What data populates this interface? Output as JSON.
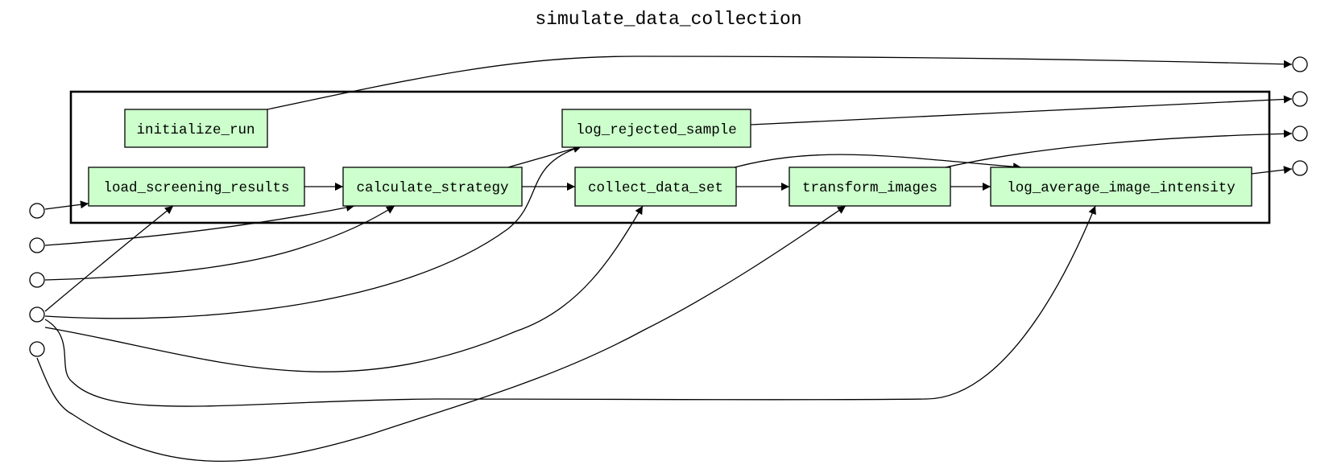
{
  "diagram": {
    "title": "simulate_data_collection",
    "nodes": [
      {
        "id": "initialize_run",
        "label": "initialize_run"
      },
      {
        "id": "log_rejected_sample",
        "label": "log_rejected_sample"
      },
      {
        "id": "load_screening_results",
        "label": "load_screening_results"
      },
      {
        "id": "calculate_strategy",
        "label": "calculate_strategy"
      },
      {
        "id": "collect_data_set",
        "label": "collect_data_set"
      },
      {
        "id": "transform_images",
        "label": "transform_images"
      },
      {
        "id": "log_average_image_intensity",
        "label": "log_average_image_intensity"
      }
    ],
    "input_ports": 5,
    "output_ports": 4,
    "edges": [
      {
        "from": "load_screening_results",
        "to": "calculate_strategy"
      },
      {
        "from": "calculate_strategy",
        "to": "log_rejected_sample"
      },
      {
        "from": "calculate_strategy",
        "to": "collect_data_set"
      },
      {
        "from": "collect_data_set",
        "to": "transform_images"
      },
      {
        "from": "collect_data_set",
        "to": "log_average_image_intensity"
      },
      {
        "from": "transform_images",
        "to": "log_average_image_intensity"
      },
      {
        "from": "initialize_run",
        "to": "out-1"
      },
      {
        "from": "log_rejected_sample",
        "to": "out-2"
      },
      {
        "from": "transform_images",
        "to": "out-3"
      },
      {
        "from": "log_average_image_intensity",
        "to": "out-4"
      },
      {
        "from": "in-1",
        "to": "load_screening_results"
      },
      {
        "from": "in-2",
        "to": "calculate_strategy"
      },
      {
        "from": "in-3",
        "to": "calculate_strategy"
      },
      {
        "from": "in-4",
        "to": "load_screening_results"
      },
      {
        "from": "in-4",
        "to": "log_rejected_sample"
      },
      {
        "from": "in-4",
        "to": "collect_data_set"
      },
      {
        "from": "in-4",
        "to": "log_average_image_intensity"
      },
      {
        "from": "in-5",
        "to": "transform_images"
      }
    ]
  }
}
